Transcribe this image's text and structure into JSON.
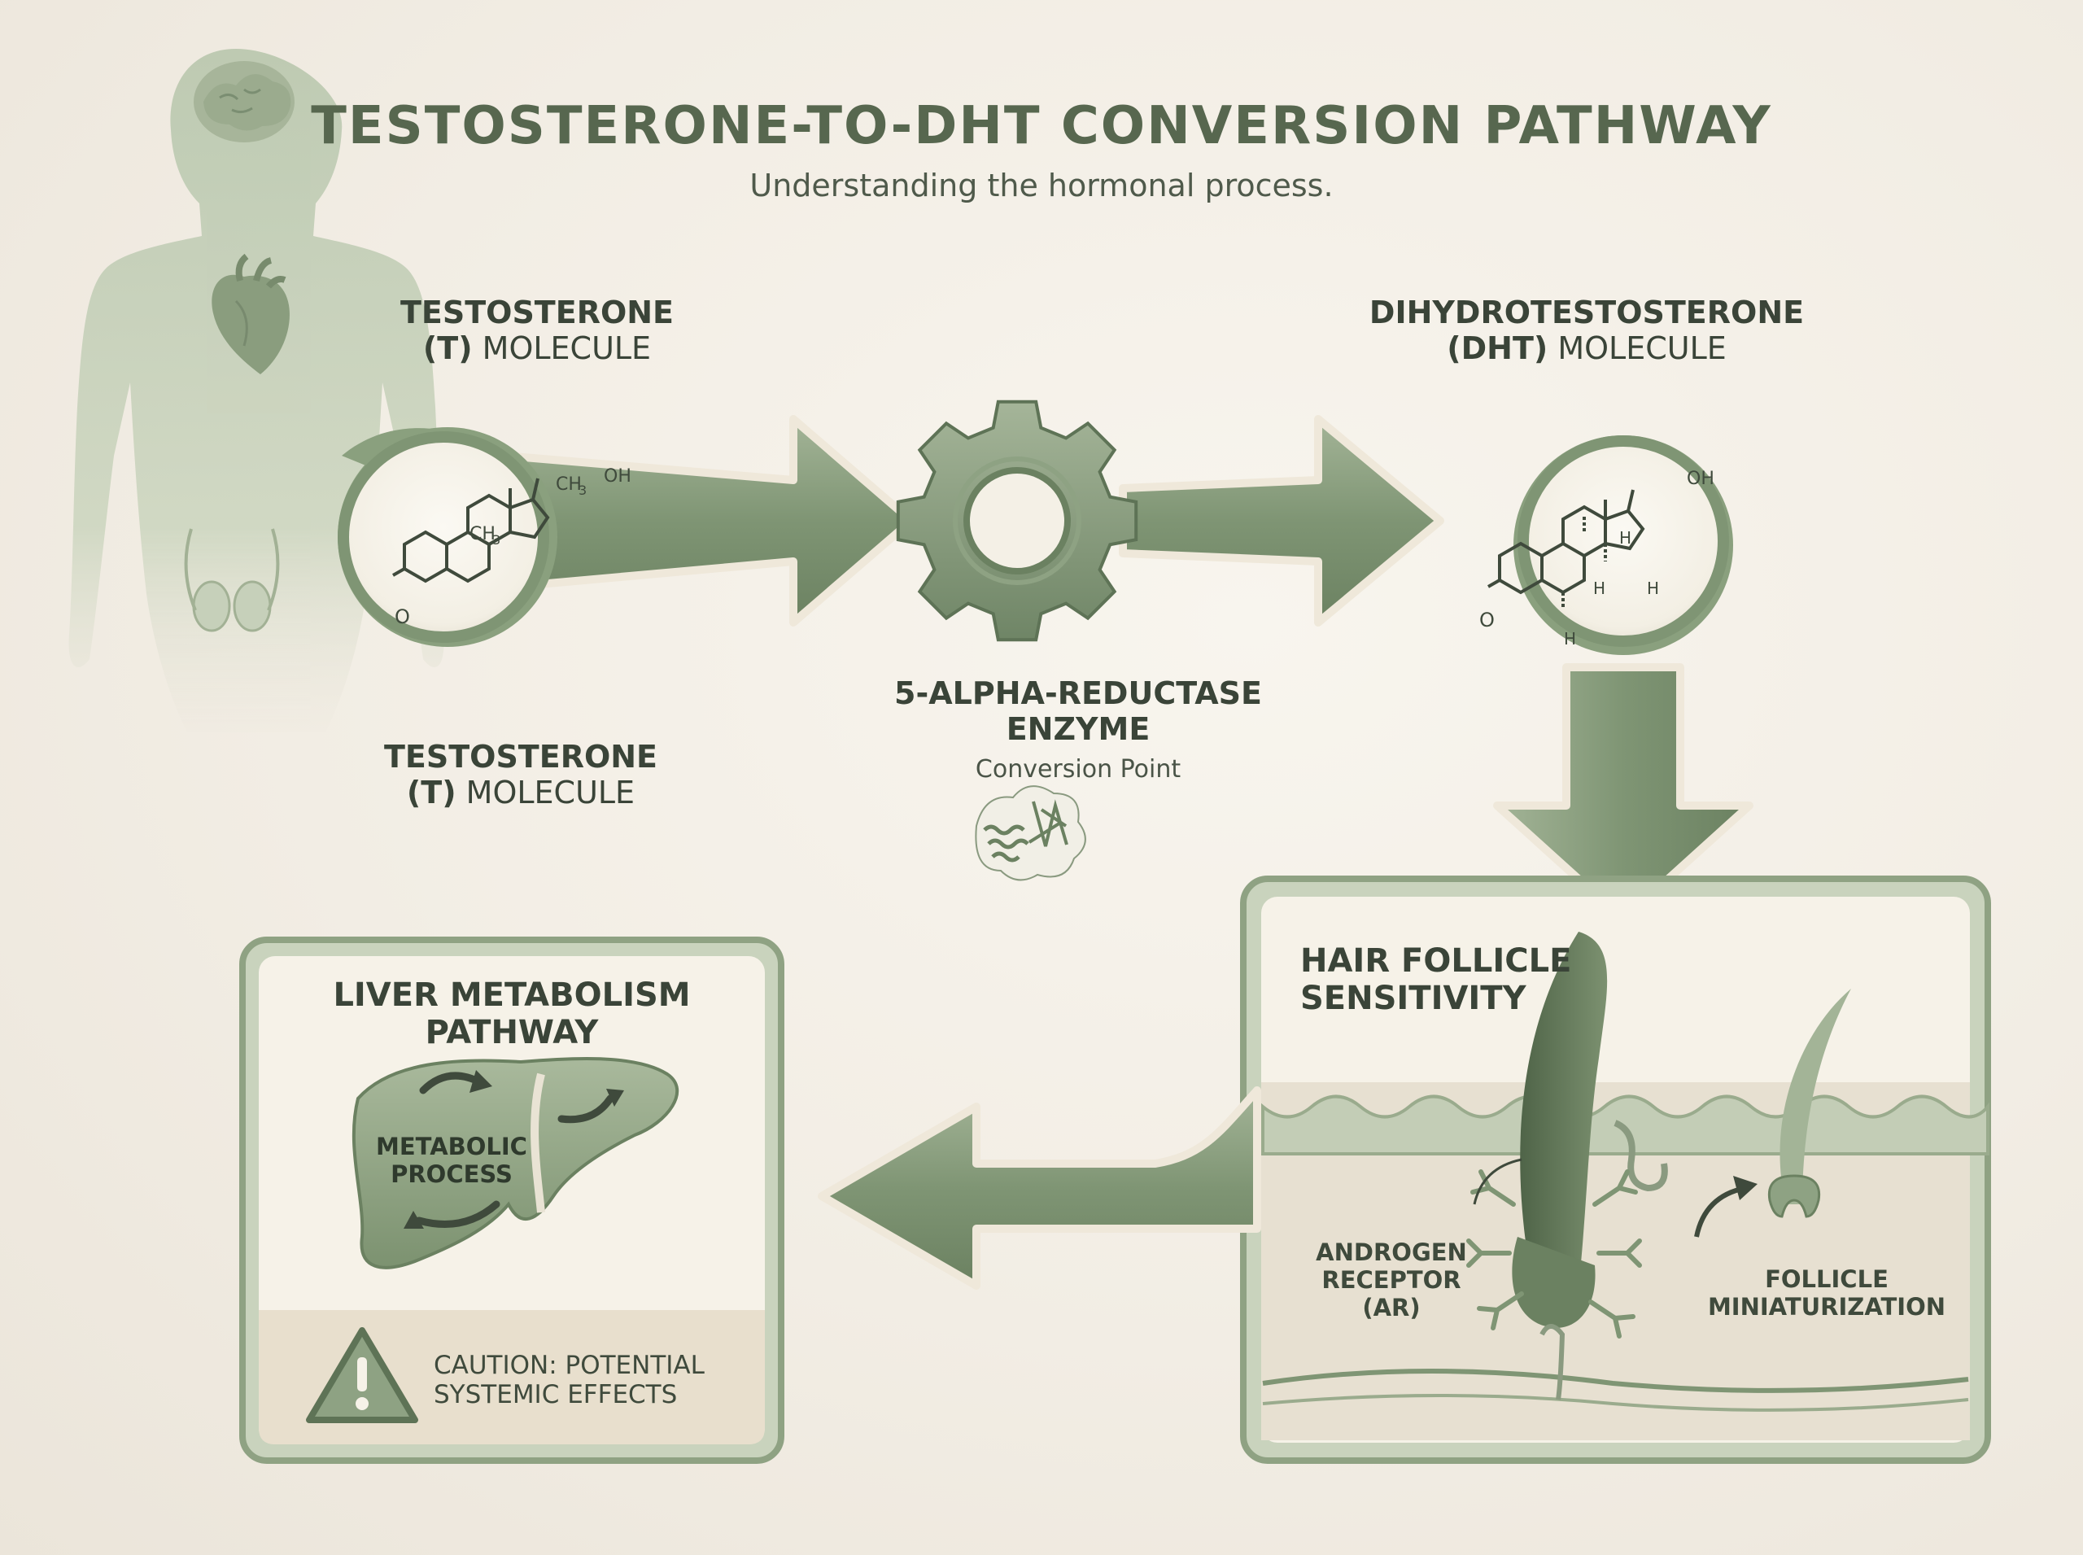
{
  "title": "TESTOSTERONE-TO-DHT CONVERSION PATHWAY",
  "subtitle": "Understanding the hormonal process.",
  "testosterone_top": {
    "line1": "TESTOSTERONE",
    "line2_bold": "(T)",
    "line2_rest": " MOLECULE"
  },
  "testosterone_bottom": {
    "line1": "TESTOSTERONE",
    "line2_bold": "(T)",
    "line2_rest": " MOLECULE"
  },
  "dht": {
    "line1": "DIHYDROTESTOSTERONE",
    "line2_bold": "(DHT)",
    "line2_rest": " MOLECULE"
  },
  "enzyme": {
    "line1": "5-ALPHA-REDUCTASE",
    "line2": "ENZYME",
    "sub": "Conversion Point"
  },
  "hair_panel": {
    "title_line1": "HAIR FOLLICLE",
    "title_line2": "SENSITIVITY",
    "receptor": [
      "ANDROGEN",
      "RECEPTOR",
      "(AR)"
    ],
    "miniaturization": [
      "FOLLICLE",
      "MINIATURIZATION"
    ]
  },
  "liver_panel": {
    "title_line1": "LIVER METABOLISM",
    "title_line2": "PATHWAY",
    "metabolic": [
      "METABOLIC",
      "PROCESS"
    ],
    "caution": [
      "CAUTION: POTENTIAL",
      "SYSTEMIC EFFECTS"
    ]
  },
  "molecule_labels": {
    "t_ch3_a": "CH",
    "t_ch3_a_sub": "3",
    "t_oh": "OH",
    "t_ch3_b": "CH",
    "t_ch3_b_sub": "3",
    "t_o": "O",
    "d_oh": "OH",
    "d_o": "O",
    "h": "H"
  },
  "colors": {
    "accent": "#7f9574",
    "dark": "#5e7356",
    "cream": "#f6f1e6",
    "panel_border": "#8fa283"
  }
}
